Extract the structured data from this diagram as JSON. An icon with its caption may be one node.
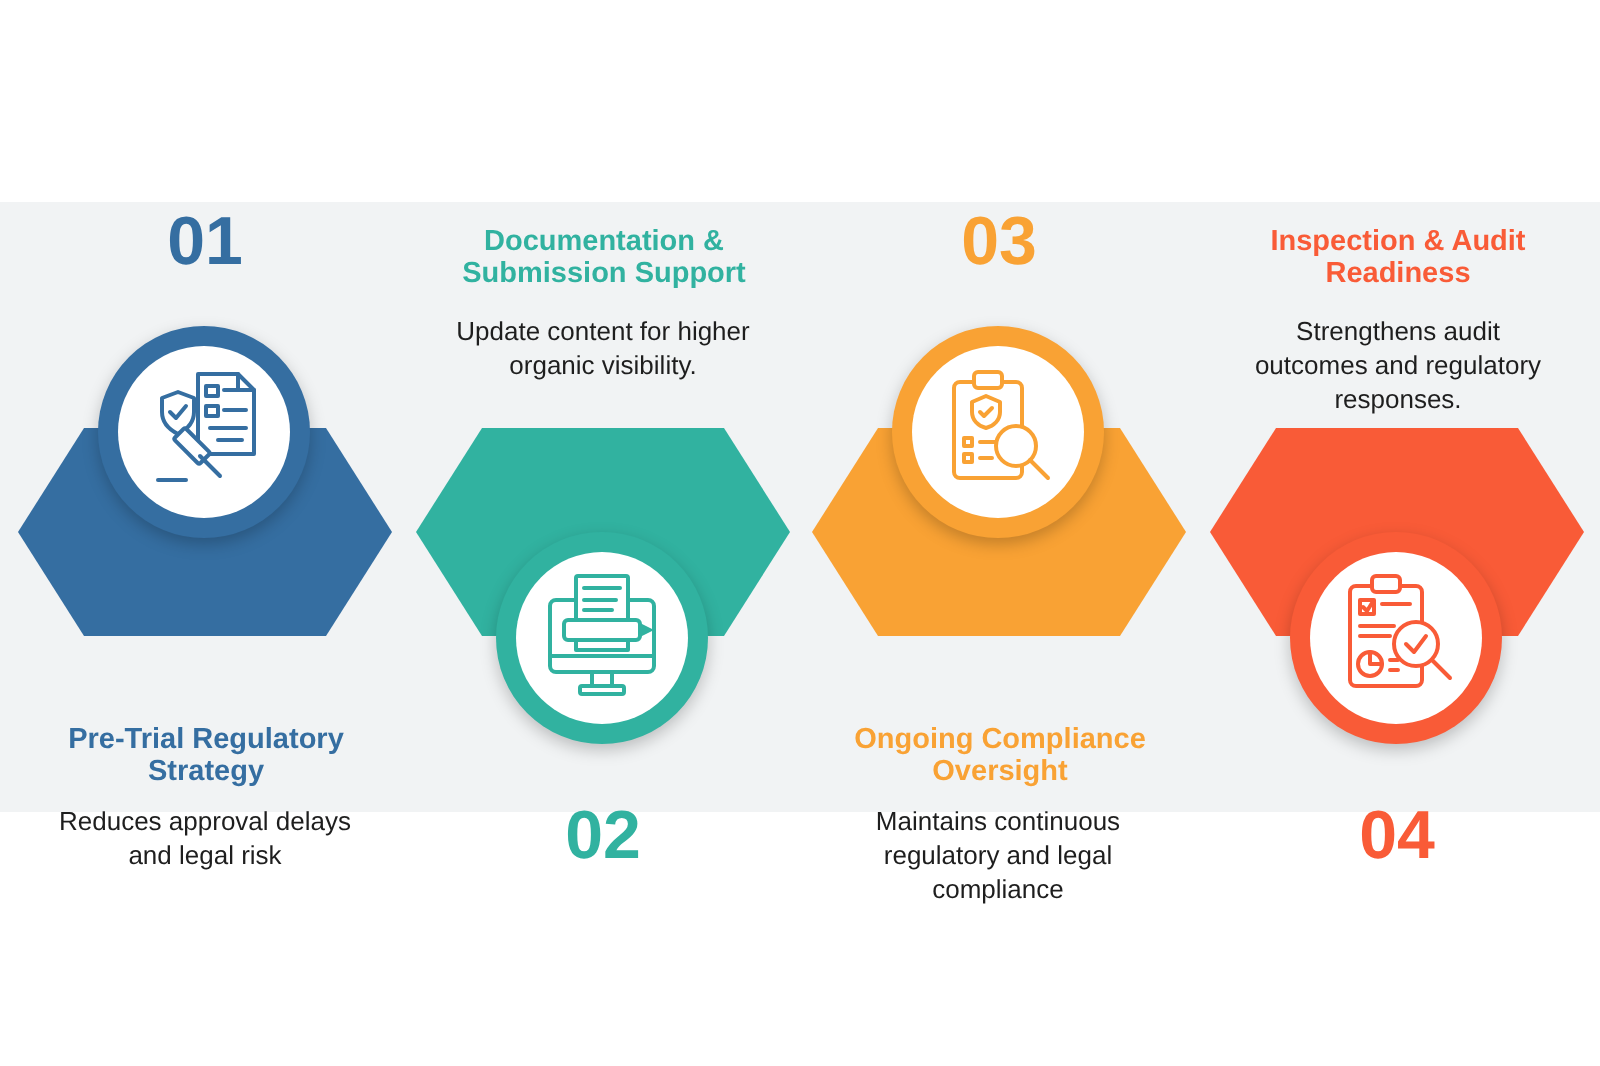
{
  "diagram": {
    "nodes": [
      {
        "text": [
          "Pre-Trial Regulatory Strategy"
        ],
        "beside": [
          "01"
        ]
      },
      {
        "text": [
          "Documentation & Submission Support",
          "Update content for higher organic visibility."
        ],
        "beside": [
          "02"
        ]
      },
      {
        "text": [
          "Ongoing Compliance Oversight"
        ],
        "beside": [
          "03"
        ]
      },
      {
        "text": [
          "Inspection & Audit Readiness",
          "Strengthens audit outcomes and regulatory responses."
        ],
        "beside": [
          "04"
        ]
      }
    ],
    "labels": [
      "Reduces approval delays and legal risk",
      "Maintains continuous regulatory and legal compliance"
    ]
  }
}
